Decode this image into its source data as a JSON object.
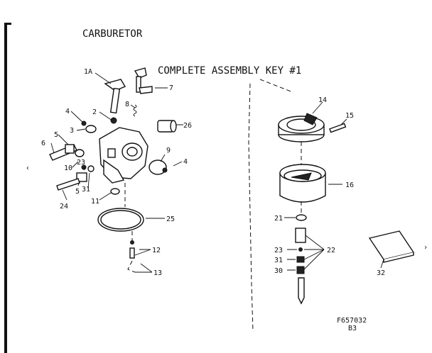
{
  "title": "CARBURETOR",
  "subtitle": "COMPLETE ASSEMBLY KEY #1",
  "drawing_code": "F657032",
  "drawing_rev": "B3",
  "callouts": {
    "c1a": "1A",
    "c2": "2",
    "c3": "3",
    "c4a": "4",
    "c4b": "4",
    "c5a": "5",
    "c5b": "5",
    "c6": "6",
    "c7": "7",
    "c8": "8",
    "c9": "9",
    "c10": "10",
    "c11": "11",
    "c12": "12",
    "c13": "13",
    "c14": "14",
    "c15": "15",
    "c16": "16",
    "c21": "21",
    "c22": "22",
    "c23a": "23",
    "c23b": "23",
    "c24": "24",
    "c25": "25",
    "c26": "26",
    "c30": "30",
    "c31a": "31",
    "c31b": "31",
    "c32": "32"
  }
}
